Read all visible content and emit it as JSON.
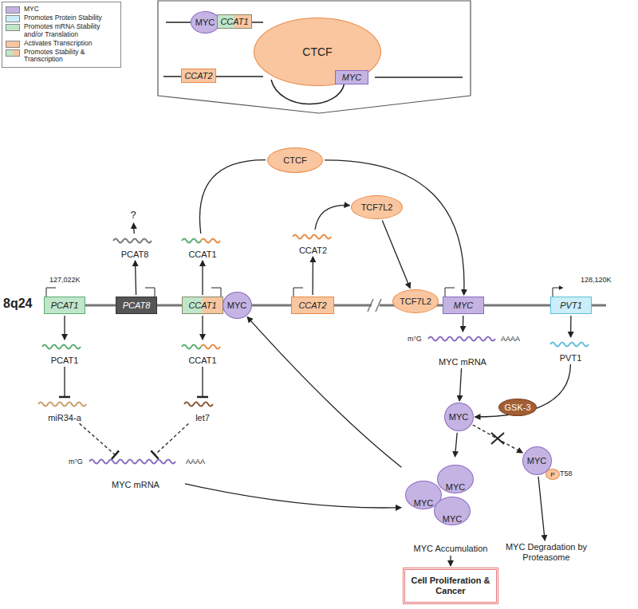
{
  "diagram": {
    "nodes": [
      {
        "text": [
          "MYC"
        ]
      },
      {
        "text": [
          "CCAT1"
        ]
      },
      {
        "text": [
          "CTCF"
        ]
      },
      {
        "text": [
          "CCAT2"
        ]
      },
      {
        "text": [
          "MYC"
        ]
      },
      {
        "text": [
          "PCAT1"
        ]
      },
      {
        "text": [
          "PCAT8"
        ]
      },
      {
        "text": [
          "CCAT1"
        ]
      },
      {
        "text": [
          "MYC"
        ]
      },
      {
        "text": [
          "CCAT2"
        ]
      },
      {
        "text": [
          "TCF7L2"
        ]
      },
      {
        "text": [
          "MYC"
        ]
      },
      {
        "text": [
          "PVT1"
        ]
      },
      {
        "text": [
          "?"
        ]
      },
      {
        "text": [
          "PCAT8"
        ]
      },
      {
        "text": [
          "CCAT1"
        ]
      },
      {
        "text": [
          "CTCF"
        ]
      },
      {
        "text": [
          "CCAT2"
        ]
      },
      {
        "text": [
          "TCF7L2"
        ]
      },
      {
        "text": [
          "PCAT1"
        ]
      },
      {
        "text": [
          "CCAT1"
        ]
      },
      {
        "text": [
          "miR34-a"
        ]
      },
      {
        "text": [
          "let7"
        ]
      },
      {
        "text": [
          "MYC mRNA"
        ]
      },
      {
        "text": [
          "MYC mRNA"
        ]
      },
      {
        "text": [
          "PVT1"
        ]
      },
      {
        "text": [
          "MYC"
        ]
      },
      {
        "text": [
          "GSK-3"
        ]
      },
      {
        "text": [
          "MYC"
        ]
      },
      {
        "text": [
          "P"
        ]
      },
      {
        "text": [
          "MYC Degradation by Proteasome"
        ]
      },
      {
        "text": [
          "MYC Accumulation"
        ]
      },
      {
        "text": [
          "MYC"
        ],
        "in": 31
      },
      {
        "text": [
          "MYC"
        ],
        "in": 31
      },
      {
        "text": [
          "MYC"
        ],
        "in": 31
      },
      {
        "text": [
          "Cell Proliferation & Cancer"
        ]
      }
    ],
    "edges": [
      {
        "from": 6,
        "to": 14,
        "arrow": "to"
      },
      {
        "from": 14,
        "to": 13,
        "arrow": "to"
      },
      {
        "from": 7,
        "to": 15,
        "arrow": "to"
      },
      {
        "from": 15,
        "to": 16,
        "arrow": "none"
      },
      {
        "from": 16,
        "to": 11,
        "arrow": "to"
      },
      {
        "from": 9,
        "to": 17,
        "arrow": "to"
      },
      {
        "from": 17,
        "to": 18,
        "arrow": "to"
      },
      {
        "from": 18,
        "to": 10,
        "arrow": "to"
      },
      {
        "from": 5,
        "to": 19,
        "arrow": "to"
      },
      {
        "from": 19,
        "to": 21,
        "arrow": "to"
      },
      {
        "from": 21,
        "to": 23,
        "arrow": "to"
      },
      {
        "from": 7,
        "to": 20,
        "arrow": "to"
      },
      {
        "from": 20,
        "to": 22,
        "arrow": "to"
      },
      {
        "from": 22,
        "to": 23,
        "arrow": "to"
      },
      {
        "from": 23,
        "to": 31,
        "arrow": "to"
      },
      {
        "from": 11,
        "to": 24,
        "arrow": "to"
      },
      {
        "from": 24,
        "to": 26,
        "arrow": "to"
      },
      {
        "from": 12,
        "to": 25,
        "arrow": "to"
      },
      {
        "from": 25,
        "to": 26,
        "arrow": "to"
      },
      {
        "from": 26,
        "to": 31,
        "arrow": "to"
      },
      {
        "from": 26,
        "to": 28,
        "arrow": "to"
      },
      {
        "from": 28,
        "to": 30,
        "arrow": "to"
      },
      {
        "from": 31,
        "to": 8,
        "arrow": "to"
      },
      {
        "from": 31,
        "to": 35,
        "arrow": "to"
      }
    ],
    "labels": [
      "8q24",
      "127,022K",
      "128,120K",
      "m⁷G",
      "AAAA",
      "m⁷G",
      "AAAA",
      "T58"
    ],
    "legend": [
      {
        "text": "MYC",
        "color": "#c5b3e3"
      },
      {
        "text": "Promotes Protein Stability",
        "color": "#cbeef8"
      },
      {
        "text": "Promotes mRNA Stability and/or Translation",
        "color": "#bfe6c9"
      },
      {
        "text": "Activates Transcription",
        "color": "#f9c6a0"
      },
      {
        "text": "Promotes Stability & Transcription"
      }
    ]
  }
}
